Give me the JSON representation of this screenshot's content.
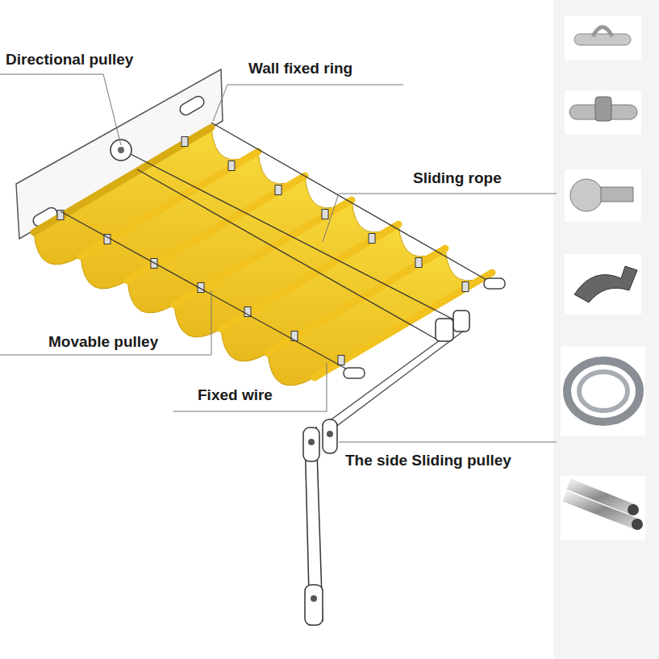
{
  "diagram": {
    "labels": [
      "Directional pulley",
      "Wall fixed ring",
      "Sliding rope",
      "Movable pulley",
      "Fixed wire",
      "The side Sliding pulley"
    ]
  }
}
